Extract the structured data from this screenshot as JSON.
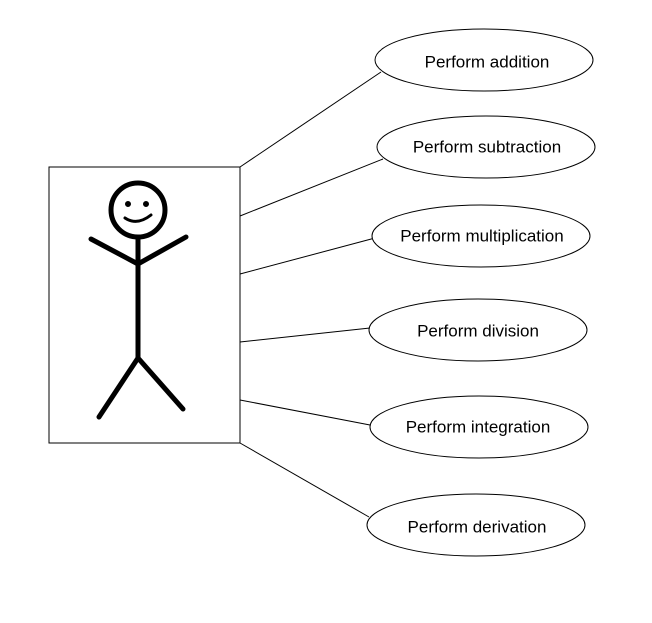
{
  "diagram": {
    "type": "use-case",
    "actor": {
      "icon": "stick-figure-smiling"
    },
    "use_cases": [
      {
        "label": "Perform addition"
      },
      {
        "label": "Perform subtraction"
      },
      {
        "label": "Perform multiplication"
      },
      {
        "label": "Perform division"
      },
      {
        "label": "Perform integration"
      },
      {
        "label": "Perform derivation"
      }
    ],
    "colors": {
      "stroke": "#000000",
      "background": "#ffffff"
    }
  }
}
